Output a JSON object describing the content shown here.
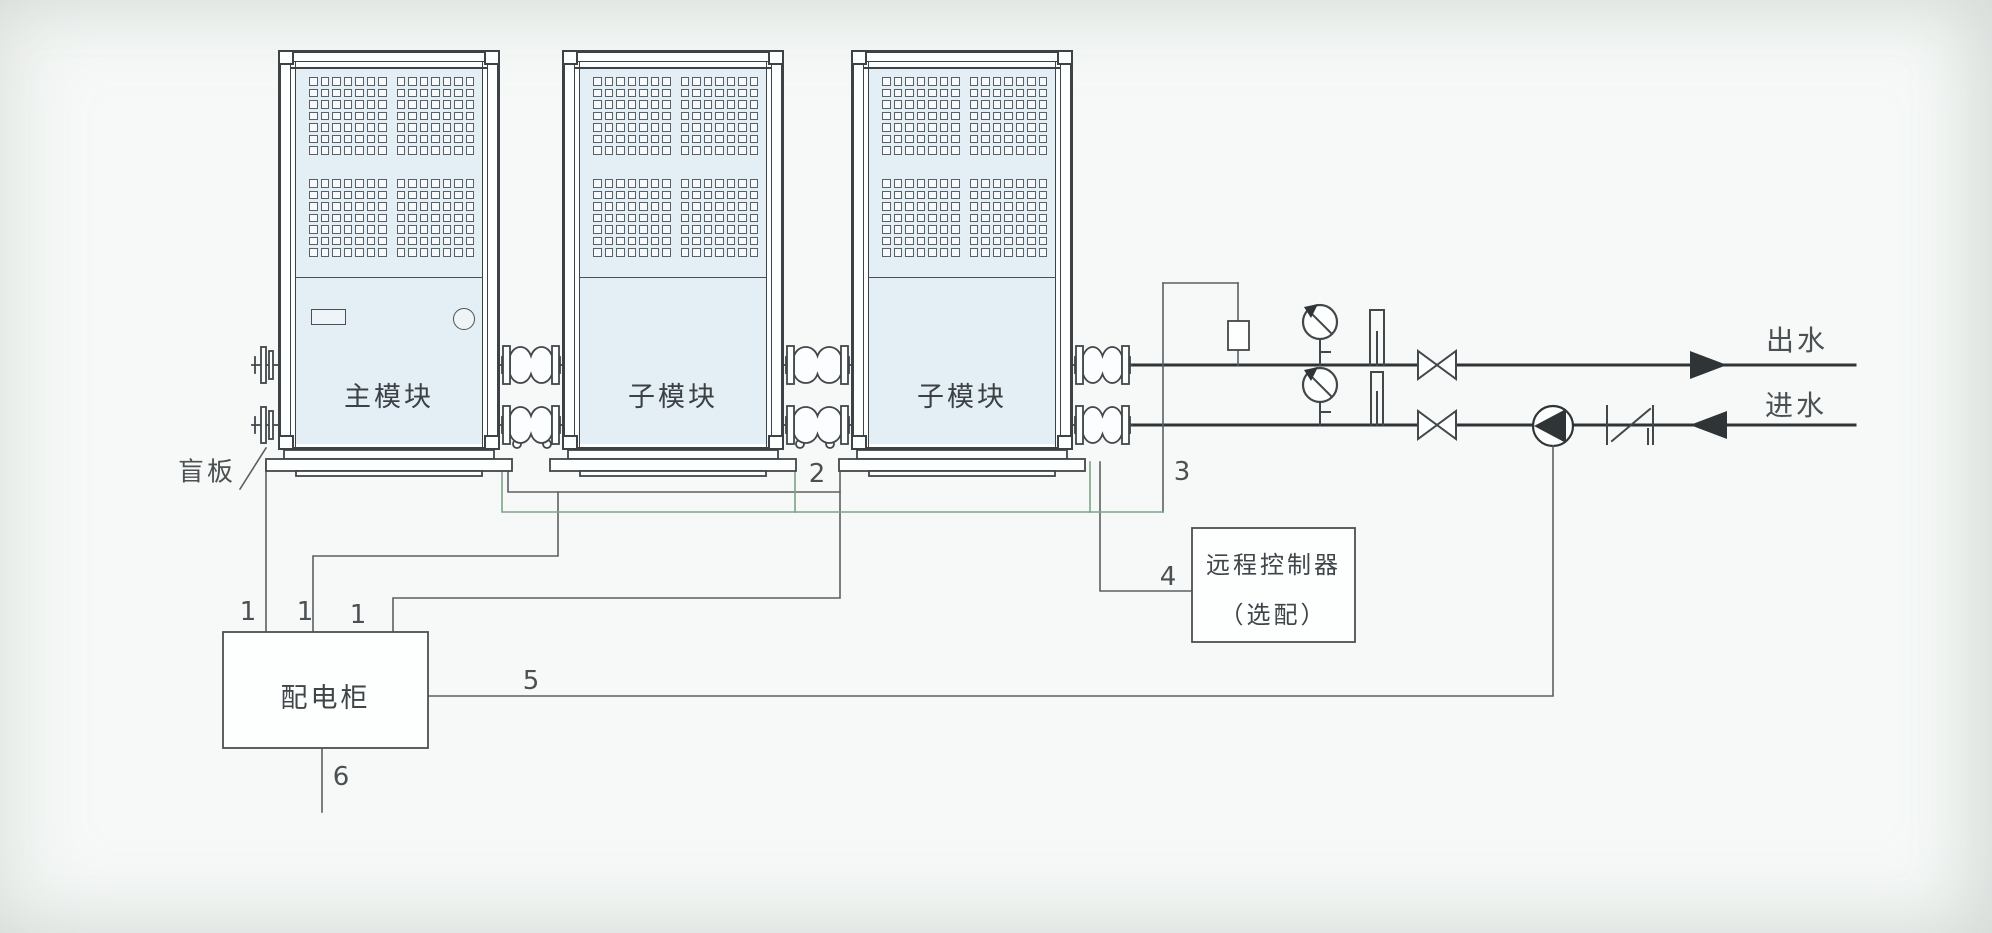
{
  "units": [
    {
      "label": "主模块"
    },
    {
      "label": "子模块"
    },
    {
      "label": "子模块"
    }
  ],
  "labels": {
    "blind_plate": "盲板",
    "cabinet": "配电柜",
    "controller_line1": "远程控制器",
    "controller_line2": "（选配）",
    "outlet": "出水",
    "inlet": "进水"
  },
  "callouts": {
    "c1": "1",
    "c2": "2",
    "c3": "3",
    "c4": "4",
    "c5": "5",
    "c6": "6"
  },
  "colors": {
    "line": "#41474a",
    "pipe": "#2f3437",
    "wire": "#5a6063",
    "comm_wire_green": "#7da387",
    "panel_fill": "#e4eef5"
  }
}
